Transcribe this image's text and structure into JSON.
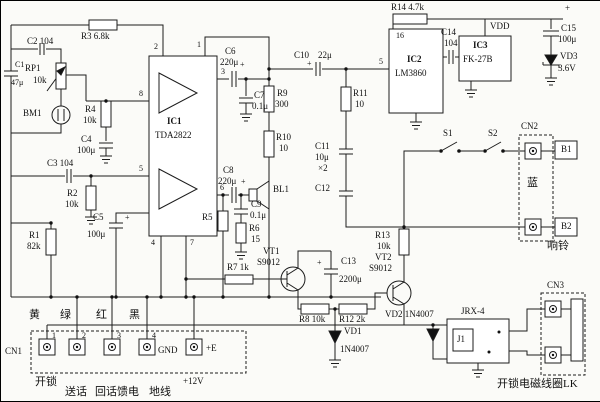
{
  "components": {
    "c1": {
      "name": "C1",
      "value": "47μ"
    },
    "c2": {
      "text": "C2 104"
    },
    "c3": {
      "text": "C3 104"
    },
    "c4": {
      "name": "C4",
      "value": "100μ"
    },
    "c5": {
      "name": "C5",
      "value": "100μ"
    },
    "c6": {
      "name": "C6",
      "value": "220μ"
    },
    "c7": {
      "name": "C7",
      "value": "0.1μ"
    },
    "c8": {
      "name": "C8",
      "value": "220μ"
    },
    "c9": {
      "name": "C9",
      "value": "0.1μ"
    },
    "c10": {
      "name": "C10",
      "value": "22μ"
    },
    "c11": {
      "name": "C11",
      "value": "10μ",
      "note": "×2"
    },
    "c12": {
      "name": "C12"
    },
    "c13": {
      "name": "C13",
      "value": "2200μ"
    },
    "c14": {
      "name": "C14",
      "value": "104"
    },
    "c15": {
      "name": "C15",
      "value": "100μ"
    },
    "r1": {
      "name": "R1",
      "value": "82k"
    },
    "r2": {
      "name": "R2",
      "value": "10k"
    },
    "r3": {
      "text": "R3 6.8k"
    },
    "r4": {
      "name": "R4",
      "value": "10k"
    },
    "r5": {
      "name": "R5"
    },
    "r6": {
      "name": "R6",
      "value": "15"
    },
    "r7": {
      "text": "R7 1k"
    },
    "r8": {
      "text": "R8 10k"
    },
    "r9": {
      "name": "R9",
      "value": "300"
    },
    "r10": {
      "name": "R10",
      "value": "10"
    },
    "r11": {
      "name": "R11",
      "value": "10"
    },
    "r12": {
      "text": "R12 2k"
    },
    "r13": {
      "name": "R13",
      "value": "10k"
    },
    "r14": {
      "text": "R14 4.7k"
    },
    "rp1": {
      "name": "RP1",
      "value": "10k"
    },
    "vd1": {
      "name": "VD1",
      "value": "1N4007"
    },
    "vd2": {
      "text": "VD2 1N4007"
    },
    "vd3": {
      "name": "VD3",
      "value": "3.6V"
    },
    "vt1": {
      "name": "VT1",
      "value": "S9012"
    },
    "vt2": {
      "name": "VT2",
      "value": "S9012"
    },
    "ic1": {
      "name": "IC1",
      "part": "TDA2822"
    },
    "ic2": {
      "name": "IC2",
      "part": "LM3860"
    },
    "ic3": {
      "name": "IC3",
      "part": "FK-27B"
    },
    "bm1": "BM1",
    "bl1": "BL1",
    "s1": "S1",
    "s2": "S2",
    "j1": "J1",
    "relay": "JRX-4"
  },
  "pins": {
    "ic1": {
      "p1": "1",
      "p2": "2",
      "p3": "3",
      "p4": "4",
      "p5": "5",
      "p6": "6",
      "p7": "7",
      "p8": "8"
    },
    "ic2": {
      "p16": "16",
      "p5": "5"
    }
  },
  "power": {
    "vdd": "VDD",
    "plus": "+",
    "gnd": "GND",
    "plus_e": "+E"
  },
  "connectors": {
    "cn1": {
      "label": "CN1",
      "t1": "1",
      "t2": "2",
      "t3": "3",
      "t4": "4",
      "colors": {
        "yellow": "黄",
        "green": "绿",
        "red": "红",
        "black": "黑"
      },
      "functions": {
        "unlock": "开锁",
        "talk": "送话",
        "feed": "回话馈电",
        "ground": "地线",
        "v12": "+12V"
      }
    },
    "cn2": {
      "label": "CN2",
      "b1": "B1",
      "b2": "B2",
      "blue": "蓝",
      "ring": "响铃"
    },
    "cn3": {
      "label": "CN3",
      "coil": "开锁电磁线圈LK"
    }
  }
}
